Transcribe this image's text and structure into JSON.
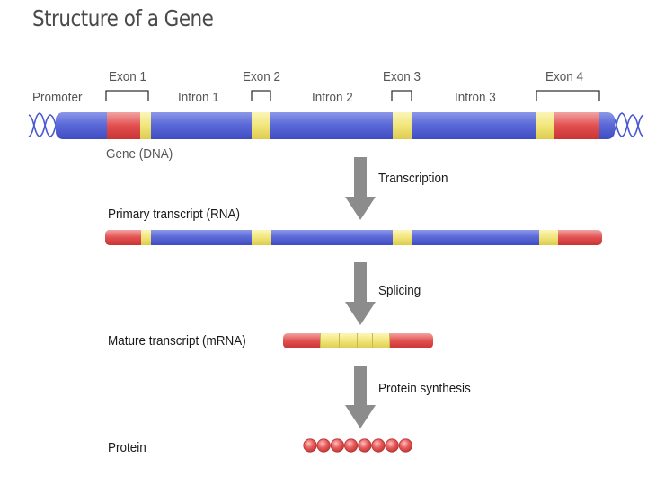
{
  "title": "Structure of a Gene",
  "dna": {
    "promoter": "Promoter",
    "exons": [
      "Exon 1",
      "Exon 2",
      "Exon 3",
      "Exon 4"
    ],
    "introns": [
      "Intron 1",
      "Intron 2",
      "Intron 3"
    ],
    "gene_label": "Gene (DNA)"
  },
  "steps": {
    "transcription": "Transcription",
    "splicing": "Splicing",
    "protein_synthesis": "Protein synthesis"
  },
  "stages": {
    "primary": "Primary transcript (RNA)",
    "mature": "Mature transcript (mRNA)",
    "protein": "Protein"
  },
  "protein_beads": 8,
  "colors": {
    "intron": "#4f5cd0",
    "exon_coding": "#f1e57a",
    "utr": "#e24f4f",
    "arrow": "#8c8c8c",
    "bead": "#e85a5a"
  }
}
